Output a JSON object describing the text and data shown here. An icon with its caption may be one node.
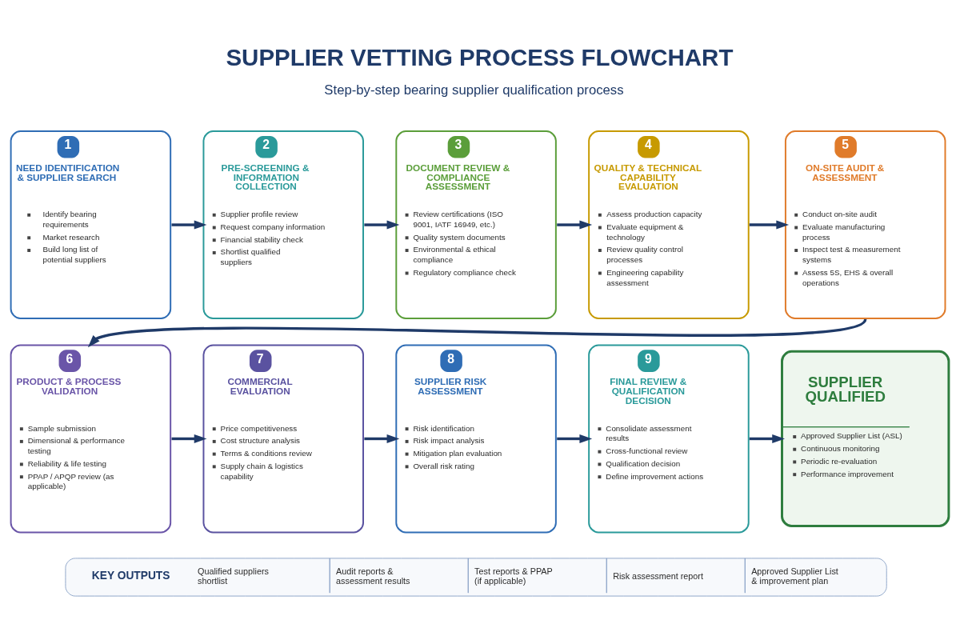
{
  "diagram": {
    "title": "SUPPLIER VETTING PROCESS FLOWCHART",
    "nodes": [
      {
        "text": [
          "1",
          "NEED IDENTIFICATION & SUPPLIER SEARCH",
          "Identify bearing requirements",
          "Market research",
          "Build long list of potential suppliers"
        ]
      },
      {
        "text": [
          "2",
          "PRE-SCREENING & INFORMATION COLLECTION",
          "Supplier profile review",
          "Request company information",
          "Financial stability check",
          "Shortlist qualified suppliers"
        ]
      },
      {
        "text": [
          "3",
          "DOCUMENT REVIEW & COMPLIANCE ASSESSMENT",
          "Review certifications (ISO 9001, IATF 16949, etc.)",
          "Quality system documents",
          "Environmental & ethical compliance",
          "Regulatory compliance check"
        ]
      },
      {
        "text": [
          "4",
          "QUALITY & TECHNICAL CAPABILITY EVALUATION",
          "Assess production capacity",
          "Evaluate equipment & technology",
          "Review quality control processes",
          "Engineering capability assessment"
        ]
      },
      {
        "text": [
          "5",
          "ON-SITE AUDIT & ASSESSMENT",
          "Conduct on-site audit",
          "Evaluate manufacturing process",
          "Inspect test & measurement systems",
          "Assess 5S, EHS & overall operations"
        ]
      },
      {
        "text": [
          "6",
          "PRODUCT & PROCESS VALIDATION",
          "Sample submission",
          "Dimensional & performance testing",
          "Reliability & life testing",
          "PPAP / APQP review (as applicable)"
        ]
      },
      {
        "text": [
          "7",
          "COMMERCIAL EVALUATION",
          "Price competitiveness",
          "Cost structure analysis",
          "Terms & conditions review",
          "Supply chain & logistics capability"
        ]
      },
      {
        "text": [
          "8",
          "SUPPLIER RISK ASSESSMENT",
          "Risk identification",
          "Risk impact analysis",
          "Mitigation plan evaluation",
          "Overall risk rating"
        ]
      },
      {
        "text": [
          "9",
          "FINAL REVIEW & QUALIFICATION DECISION",
          "Consolidate assessment results",
          "Cross-functional review",
          "Qualification decision",
          "Define improvement actions"
        ]
      },
      {
        "text": [
          "SUPPLIER QUALIFIED",
          "Approved Supplier List (ASL)",
          "Continuous monitoring",
          "Periodic re-evaluation",
          "Performance improvement"
        ]
      },
      {
        "text": [
          "KEY OUTPUTS",
          "Qualified suppliers shortlist",
          "Audit reports & assessment results",
          "Test reports & PPAP (if applicable)",
          "Risk assessment report",
          "Approved Supplier List & improvement plan"
        ]
      }
    ],
    "edges": [
      {
        "from": 0,
        "to": 1,
        "arrow": "to"
      },
      {
        "from": 1,
        "to": 2,
        "arrow": "to"
      },
      {
        "from": 2,
        "to": 3,
        "arrow": "to"
      },
      {
        "from": 3,
        "to": 4,
        "arrow": "to"
      },
      {
        "from": 4,
        "to": 5,
        "arrow": "to"
      },
      {
        "from": 5,
        "to": 6,
        "arrow": "to"
      },
      {
        "from": 6,
        "to": 7,
        "arrow": "to"
      },
      {
        "from": 7,
        "to": 8,
        "arrow": "to"
      },
      {
        "from": 8,
        "to": 9,
        "arrow": "to"
      }
    ],
    "labels": [
      "Step-by-step bearing supplier qualification process"
    ]
  }
}
